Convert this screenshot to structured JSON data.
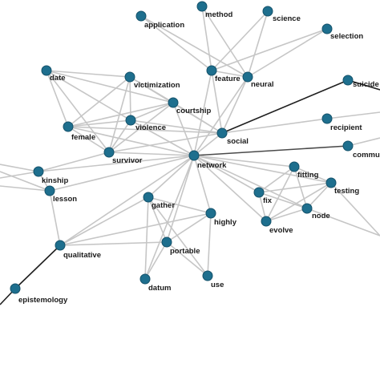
{
  "graph": {
    "node_color": "#1e6f8e",
    "edge_color": "#c6c6c6",
    "highlight_edge_color": "#1f1f1f",
    "nodes": [
      {
        "id": "application",
        "label": "application"
      },
      {
        "id": "method",
        "label": "method"
      },
      {
        "id": "science",
        "label": "science"
      },
      {
        "id": "selection",
        "label": "selection"
      },
      {
        "id": "feature",
        "label": "feature"
      },
      {
        "id": "neural",
        "label": "neural"
      },
      {
        "id": "suicide",
        "label": "suicide"
      },
      {
        "id": "date",
        "label": "date"
      },
      {
        "id": "victimization",
        "label": "victimization"
      },
      {
        "id": "courtship",
        "label": "courtship"
      },
      {
        "id": "violence",
        "label": "violence"
      },
      {
        "id": "female",
        "label": "female"
      },
      {
        "id": "social",
        "label": "social"
      },
      {
        "id": "recipient",
        "label": "recipient"
      },
      {
        "id": "survivor",
        "label": "survivor"
      },
      {
        "id": "network",
        "label": "network"
      },
      {
        "id": "commu",
        "label": "commu"
      },
      {
        "id": "kinship",
        "label": "kinship"
      },
      {
        "id": "lesson",
        "label": "lesson"
      },
      {
        "id": "fitting",
        "label": "fitting"
      },
      {
        "id": "testing",
        "label": "testing"
      },
      {
        "id": "fix",
        "label": "fix"
      },
      {
        "id": "node",
        "label": "node"
      },
      {
        "id": "evolve",
        "label": "evolve"
      },
      {
        "id": "gather",
        "label": "gather"
      },
      {
        "id": "highly",
        "label": "highly"
      },
      {
        "id": "portable",
        "label": "portable"
      },
      {
        "id": "qualitative",
        "label": "qualitative"
      },
      {
        "id": "datum",
        "label": "datum"
      },
      {
        "id": "use",
        "label": "use"
      },
      {
        "id": "epistemology",
        "label": "epistemology"
      },
      {
        "id": "edge-r",
        "label": ""
      }
    ],
    "edges": [
      [
        "application",
        "feature"
      ],
      [
        "method",
        "feature"
      ],
      [
        "method",
        "neural"
      ],
      [
        "science",
        "feature"
      ],
      [
        "science",
        "neural"
      ],
      [
        "selection",
        "feature"
      ],
      [
        "selection",
        "neural"
      ],
      [
        "application",
        "neural"
      ],
      [
        "feature",
        "neural"
      ],
      [
        "feature",
        "network"
      ],
      [
        "neural",
        "network"
      ],
      [
        "feature",
        "social"
      ],
      [
        "neural",
        "social"
      ],
      [
        "social",
        "suicide",
        "dark"
      ],
      [
        "date",
        "victimization"
      ],
      [
        "date",
        "female"
      ],
      [
        "date",
        "courtship"
      ],
      [
        "date",
        "survivor"
      ],
      [
        "date",
        "violence"
      ],
      [
        "victimization",
        "female"
      ],
      [
        "victimization",
        "courtship"
      ],
      [
        "victimization",
        "violence"
      ],
      [
        "victimization",
        "survivor"
      ],
      [
        "victimization",
        "social"
      ],
      [
        "courtship",
        "female"
      ],
      [
        "courtship",
        "violence"
      ],
      [
        "courtship",
        "survivor"
      ],
      [
        "courtship",
        "social"
      ],
      [
        "courtship",
        "network"
      ],
      [
        "violence",
        "female"
      ],
      [
        "violence",
        "survivor"
      ],
      [
        "violence",
        "network"
      ],
      [
        "violence",
        "social"
      ],
      [
        "female",
        "survivor"
      ],
      [
        "female",
        "social"
      ],
      [
        "female",
        "network"
      ],
      [
        "survivor",
        "network"
      ],
      [
        "survivor",
        "social"
      ],
      [
        "survivor",
        "kinship"
      ],
      [
        "social",
        "network"
      ],
      [
        "social",
        "recipient"
      ],
      [
        "network",
        "commu",
        "mid"
      ],
      [
        "network",
        "kinship"
      ],
      [
        "network",
        "lesson"
      ],
      [
        "network",
        "fitting"
      ],
      [
        "network",
        "testing"
      ],
      [
        "network",
        "fix"
      ],
      [
        "network",
        "node"
      ],
      [
        "network",
        "evolve"
      ],
      [
        "network",
        "gather"
      ],
      [
        "network",
        "highly"
      ],
      [
        "network",
        "portable"
      ],
      [
        "network",
        "qualitative"
      ],
      [
        "network",
        "datum"
      ],
      [
        "kinship",
        "lesson"
      ],
      [
        "fitting",
        "testing"
      ],
      [
        "fitting",
        "fix"
      ],
      [
        "fitting",
        "node"
      ],
      [
        "fitting",
        "evolve"
      ],
      [
        "testing",
        "fix"
      ],
      [
        "testing",
        "node"
      ],
      [
        "testing",
        "evolve"
      ],
      [
        "testing",
        "edge-r"
      ],
      [
        "fix",
        "node"
      ],
      [
        "fix",
        "evolve"
      ],
      [
        "node",
        "evolve"
      ],
      [
        "node",
        "edge-r"
      ],
      [
        "gather",
        "highly"
      ],
      [
        "gather",
        "portable"
      ],
      [
        "gather",
        "datum"
      ],
      [
        "gather",
        "qualitative"
      ],
      [
        "gather",
        "use"
      ],
      [
        "highly",
        "portable"
      ],
      [
        "highly",
        "qualitative"
      ],
      [
        "highly",
        "use"
      ],
      [
        "portable",
        "qualitative"
      ],
      [
        "portable",
        "datum"
      ],
      [
        "portable",
        "use"
      ],
      [
        "qualitative",
        "lesson"
      ],
      [
        "qualitative",
        "epistemology",
        "dark"
      ]
    ]
  }
}
